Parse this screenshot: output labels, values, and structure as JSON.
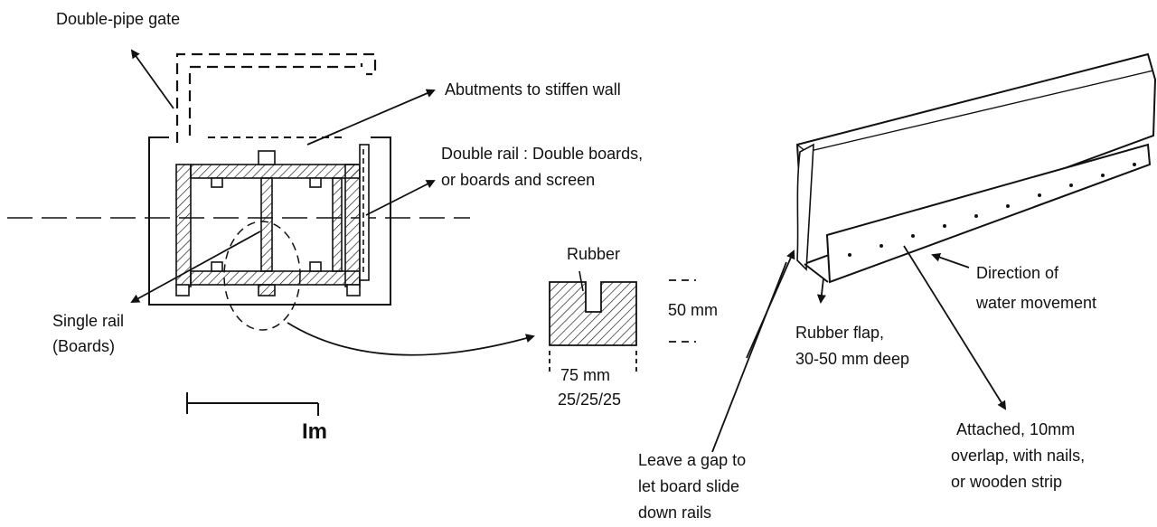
{
  "labels": {
    "double_pipe_gate": "Double-pipe gate",
    "abutments": "Abutments to stiffen wall",
    "double_rail_line1": "Double rail : Double boards,",
    "double_rail_line2": "or boards and screen",
    "rubber": "Rubber",
    "height_dim": "50 mm",
    "width_dim": "75 mm",
    "split_dim": "25/25/25",
    "single_rail_line1": "Single rail",
    "single_rail_line2": "(Boards)",
    "scale": "Im",
    "rubber_flap_line1": "Rubber flap,",
    "rubber_flap_line2": "30-50 mm deep",
    "direction_line1": "Direction of",
    "direction_line2": "water movement",
    "attached_line1": "Attached, 10mm",
    "attached_line2": "overlap, with nails,",
    "attached_line3": "or wooden strip",
    "gap_line1": "Leave a gap to",
    "gap_line2": "let board slide",
    "gap_line3": "down rails"
  }
}
